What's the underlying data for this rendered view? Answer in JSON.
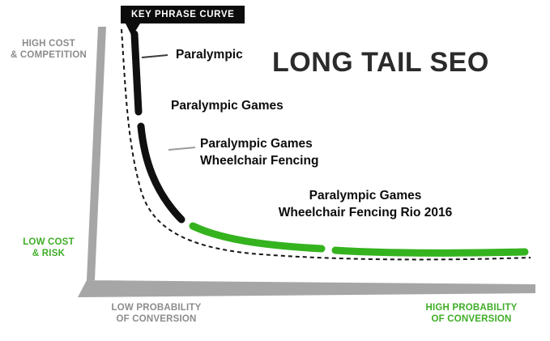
{
  "header": {
    "key_phrase_label": "KEY PHRASE CURVE",
    "title": "LONG TAIL SEO"
  },
  "axis_labels": {
    "high_cost": "HIGH COST\n& COMPETITION",
    "low_cost": "LOW COST\n& RISK",
    "low_probability": "LOW PROBABILITY\nOF CONVERSION",
    "high_probability": "HIGH PROBABILITY\nOF CONVERSION"
  },
  "annotations": [
    {
      "label": "Paralympic"
    },
    {
      "label": "Paralympic Games"
    },
    {
      "label": "Paralympic Games\nWheelchair Fencing"
    },
    {
      "label": "Paralympic Games\nWheelchair Fencing Rio 2016"
    }
  ],
  "curve": {
    "segments": [
      "black",
      "black",
      "green",
      "green"
    ],
    "style": "long-tail dashed guide curve with thick segment overlay"
  },
  "colors": {
    "curve_green": "#35B31F",
    "label_green": "#3FAE27",
    "label_gray": "#8C8C8C",
    "curve_black": "#101010",
    "axis_gray": "#A6A6A6"
  }
}
